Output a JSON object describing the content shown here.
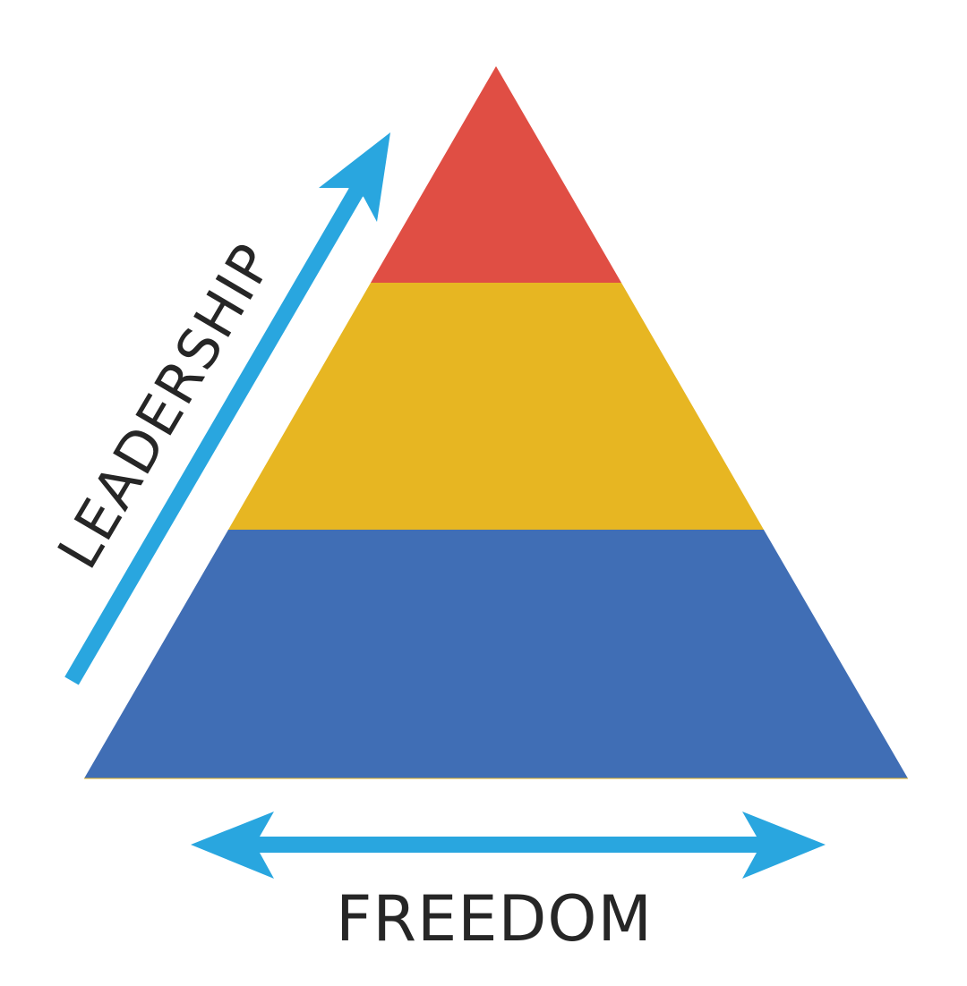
{
  "diagram": {
    "type": "pyramid",
    "levels": [
      {
        "position": "top",
        "color": "#E04E44"
      },
      {
        "position": "middle",
        "color": "#E7B622"
      },
      {
        "position": "bottom",
        "color": "#406EB5"
      }
    ],
    "leadership_arrow": {
      "label": "LEADERSHIP",
      "direction": "up",
      "icon": "arrow-up-right-icon",
      "color": "#29A6DF"
    },
    "freedom_arrow": {
      "label": "FREEDOM",
      "direction": "bidirectional-horizontal",
      "icon": "double-arrow-horizontal-icon",
      "color": "#29A6DF"
    },
    "text_color": "#262626"
  }
}
